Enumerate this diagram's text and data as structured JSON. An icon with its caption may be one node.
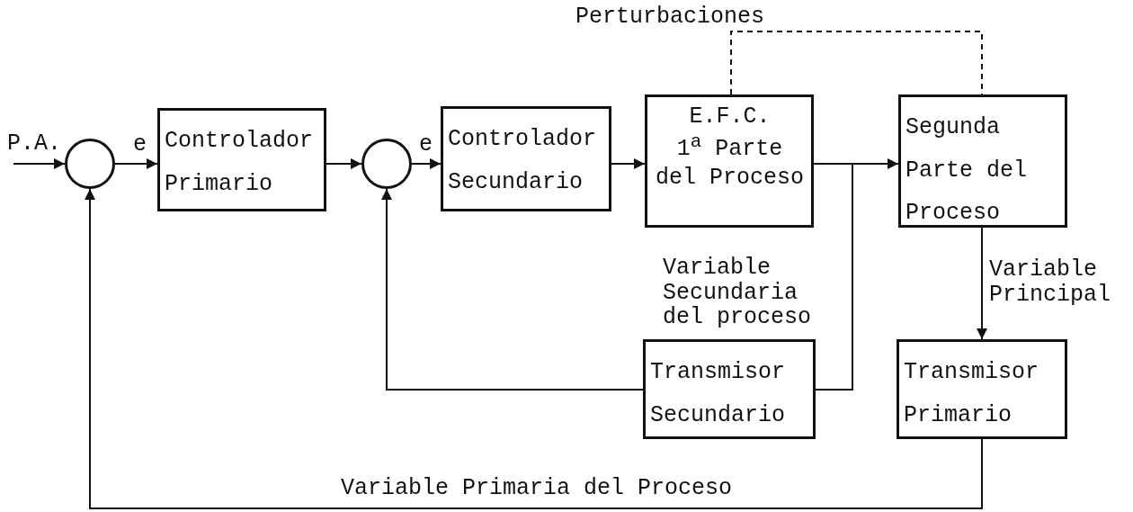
{
  "diagram": {
    "nodes": [
      {
        "text": [],
        "shape": "circle"
      },
      {
        "text": [
          "Controlador",
          "Primario"
        ]
      },
      {
        "text": [],
        "shape": "circle"
      },
      {
        "text": [
          "Controlador",
          "Secundario"
        ]
      },
      {
        "text": [
          "E.F.C.",
          "1$^{a}$ Parte del Proceso"
        ]
      },
      {
        "text": [
          "Segunda Parte del Proceso"
        ]
      },
      {
        "text": [
          "Transmisor",
          "Secundario"
        ]
      },
      {
        "text": [
          "Transmisor",
          "Primario"
        ]
      }
    ],
    "edges": [
      {
        "from": null,
        "to": 0,
        "arrow": "to",
        "label": "P.A."
      },
      {
        "from": 0,
        "to": 1,
        "arrow": "to",
        "label": "e"
      },
      {
        "from": 1,
        "to": 2,
        "arrow": "to"
      },
      {
        "from": 2,
        "to": 3,
        "arrow": "to",
        "label": "e"
      },
      {
        "from": 3,
        "to": 4,
        "arrow": "to"
      },
      {
        "from": 4,
        "to": 5,
        "arrow": "to"
      },
      {
        "from": 4,
        "to": 6,
        "arrow": "none",
        "label": "Variable Secundaria del proceso"
      },
      {
        "from": 6,
        "to": 2,
        "arrow": "to"
      },
      {
        "from": 5,
        "to": 7,
        "arrow": "to",
        "label": "Variable Principal"
      },
      {
        "from": 7,
        "to": 0,
        "arrow": "to",
        "label": "Variable Primaria del Proceso"
      },
      {
        "from": 4,
        "to": 5,
        "arrow": "none",
        "style": "dashed",
        "label": "Perturbaciones"
      }
    ]
  }
}
